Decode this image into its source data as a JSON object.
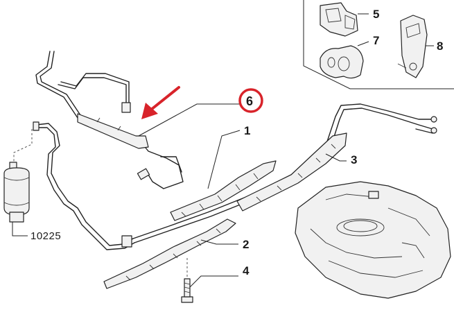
{
  "callouts": {
    "c1": "1",
    "c2": "2",
    "c3": "3",
    "c4": "4",
    "c5": "5",
    "c6": "6",
    "c7": "7",
    "c8": "8",
    "c10225": "10225"
  },
  "colors": {
    "highlight": "#d8232a",
    "line": "#222222"
  }
}
